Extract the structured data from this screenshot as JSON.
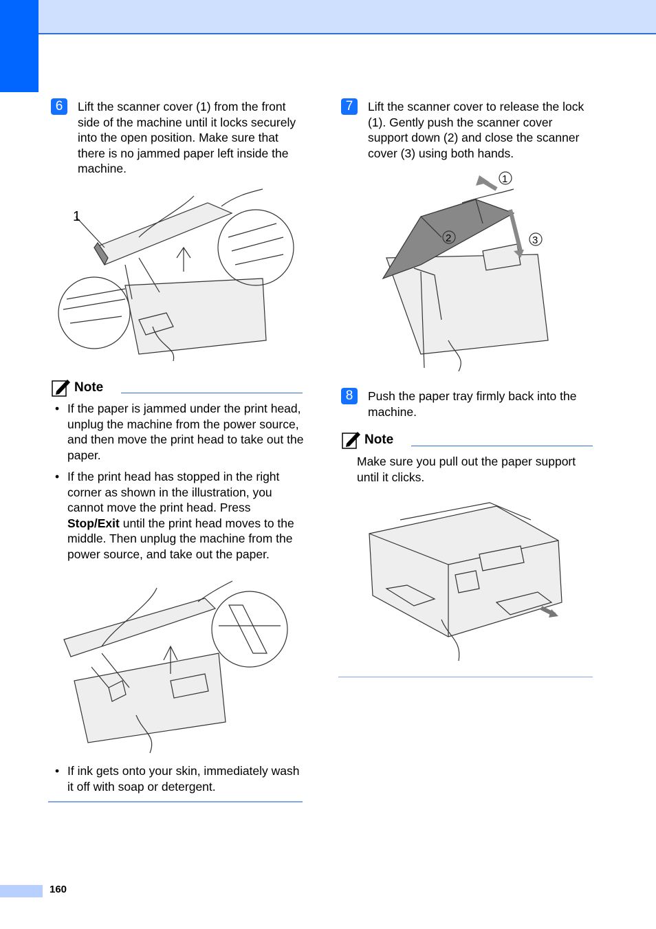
{
  "step6": {
    "number": "6",
    "text": "Lift the scanner cover (1) from the front side of the machine until it locks securely into the open position. Make sure that there is no jammed paper left inside the machine.",
    "callout": "1"
  },
  "note1": {
    "title": "Note",
    "bullet1": "If the paper is jammed under the print head, unplug the machine from the power source, and then move the print head to take out the paper.",
    "bullet2_pre": "If the print head has stopped in the right corner as shown in the illustration, you cannot move the print head. Press ",
    "bullet2_bold": "Stop/Exit",
    "bullet2_post": " until the print head moves to the middle. Then unplug the machine from the power source, and take out the paper.",
    "bullet3": "If ink gets onto your skin, immediately wash it off with soap or detergent."
  },
  "step7": {
    "number": "7",
    "text": "Lift the scanner cover to release the lock (1). Gently push the scanner cover support down (2) and close the scanner cover (3) using both hands.",
    "callouts": [
      "1",
      "2",
      "3"
    ]
  },
  "step8": {
    "number": "8",
    "text": "Push the paper tray firmly back into the machine."
  },
  "note2": {
    "title": "Note",
    "text": "Make sure you pull out the paper support until it clicks."
  },
  "footer": {
    "page_number": "160"
  },
  "icons": {
    "note": "note-pencil-icon"
  }
}
